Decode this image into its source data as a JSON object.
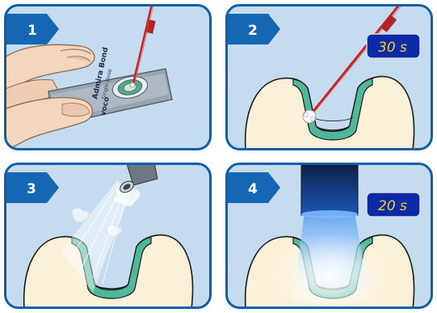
{
  "panels": [
    {
      "step": "1"
    },
    {
      "step": "2",
      "timer": "30 s"
    },
    {
      "step": "3"
    },
    {
      "step": "4",
      "timer": "20 s"
    }
  ],
  "card": {
    "product": "Admira Bond",
    "brand": "voco",
    "sub": "Single Dose"
  },
  "colors": {
    "panel_bg": "#c5dcf0",
    "border": "#0e5fa6",
    "badge": "#1467b3",
    "tooth": "#fbf1d8",
    "bond": "#4fb89a",
    "timer_bg": "#0a2aa8",
    "timer_text": "#f2d21a"
  }
}
